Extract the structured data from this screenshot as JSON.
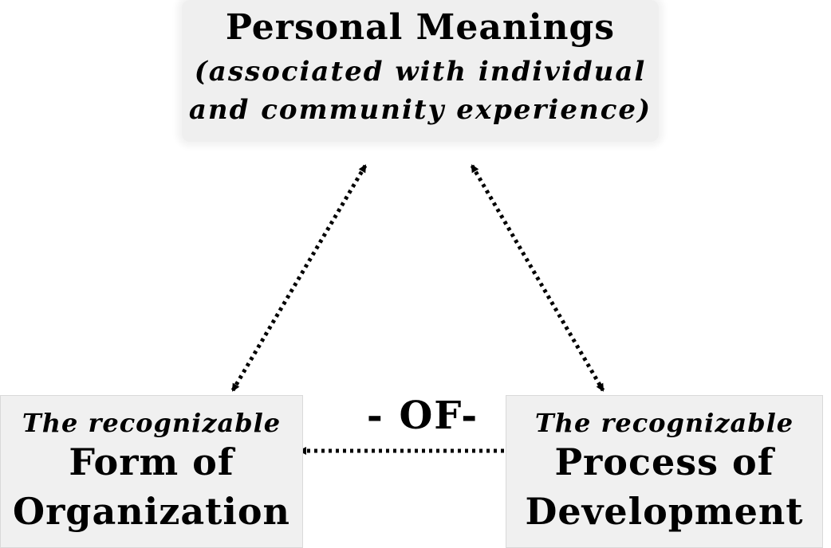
{
  "top": {
    "title": "Personal Meanings",
    "line1": "(associated with individual",
    "line2": "and community experience)"
  },
  "left": {
    "subtitle": "The recognizable",
    "line1": "Form of",
    "line2": "Organization"
  },
  "right": {
    "subtitle": "The recognizable",
    "line1": "Process of",
    "line2": "Development"
  },
  "connector_label": "- OF-"
}
